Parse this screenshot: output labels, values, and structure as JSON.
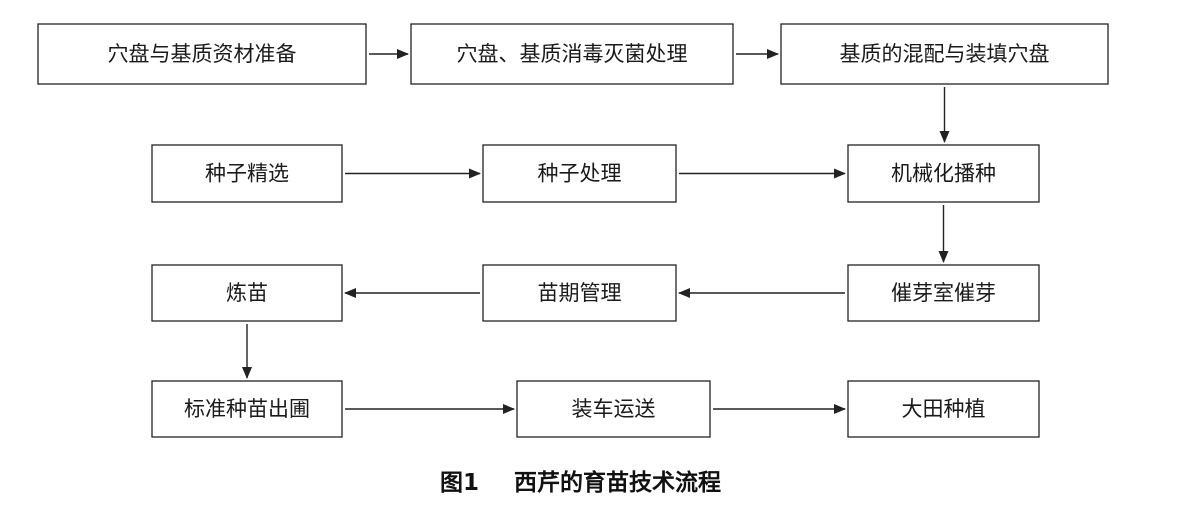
{
  "diagram": {
    "nodes": [
      {
        "id": "n1",
        "label": "穴盘与基质资材准备"
      },
      {
        "id": "n2",
        "label": "穴盘、基质消毒灭菌处理"
      },
      {
        "id": "n3",
        "label": "基质的混配与装填穴盘"
      },
      {
        "id": "n4",
        "label": "种子精选"
      },
      {
        "id": "n5",
        "label": "种子处理"
      },
      {
        "id": "n6",
        "label": "机械化播种"
      },
      {
        "id": "n7",
        "label": "炼苗"
      },
      {
        "id": "n8",
        "label": "苗期管理"
      },
      {
        "id": "n9",
        "label": "催芽室催芽"
      },
      {
        "id": "n10",
        "label": "标准种苗出圃"
      },
      {
        "id": "n11",
        "label": "装车运送"
      },
      {
        "id": "n12",
        "label": "大田种植"
      }
    ],
    "edges": [
      {
        "from": "n1",
        "to": "n2"
      },
      {
        "from": "n2",
        "to": "n3"
      },
      {
        "from": "n3",
        "to": "n6"
      },
      {
        "from": "n4",
        "to": "n5"
      },
      {
        "from": "n5",
        "to": "n6"
      },
      {
        "from": "n6",
        "to": "n9"
      },
      {
        "from": "n9",
        "to": "n8"
      },
      {
        "from": "n8",
        "to": "n7"
      },
      {
        "from": "n7",
        "to": "n10"
      },
      {
        "from": "n10",
        "to": "n11"
      },
      {
        "from": "n11",
        "to": "n12"
      }
    ]
  },
  "caption": {
    "figure_number": "图1",
    "title": "西芹的育苗技术流程"
  }
}
